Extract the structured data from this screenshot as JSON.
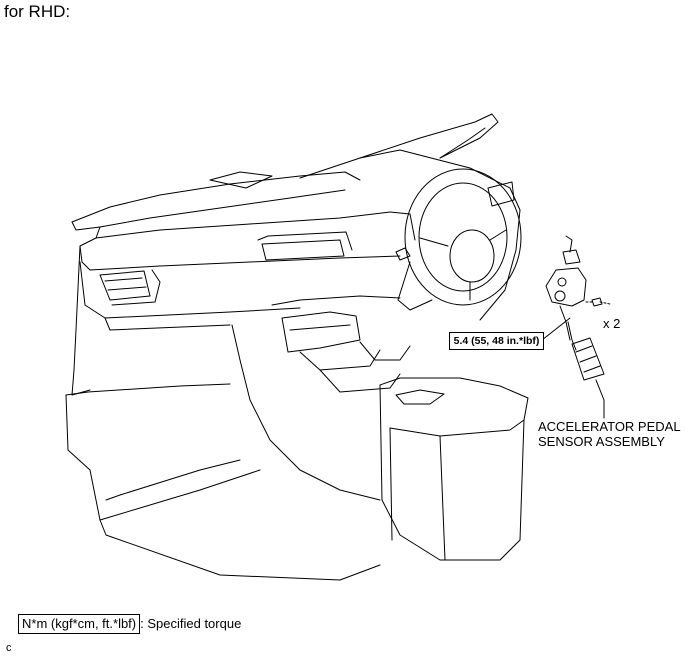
{
  "heading": "for RHD:",
  "torque_spec": "5.4 (55, 48 in.*lbf)",
  "quantity": "x 2",
  "part_label": {
    "line1": "ACCELERATOR PEDAL",
    "line2": "SENSOR ASSEMBLY"
  },
  "legend": {
    "units": "N*m (kgf*cm, ft.*lbf)",
    "description": ": Specified torque"
  },
  "corner_code": "c"
}
